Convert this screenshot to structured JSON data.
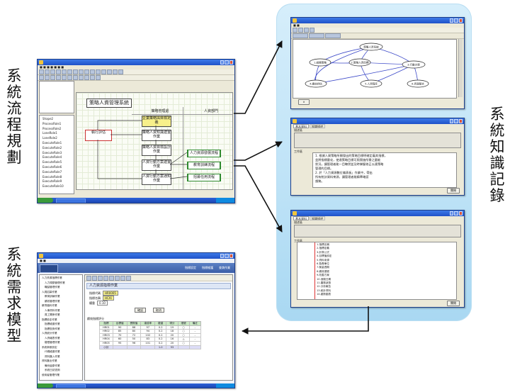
{
  "labels": {
    "process": "系統流程規劃",
    "knowledge": "系統知識記錄",
    "requirement": "系統需求模型"
  },
  "diagram_window": {
    "heading": "策略人資管理系統",
    "lanes": [
      "策略管理處",
      "人資部門"
    ],
    "nodes": {
      "n1": "企業策略與目標定義",
      "n2": "執行評估",
      "n3": "策略人資知識建置作業",
      "n4": "策略人資目標設計作業",
      "n5": "人資行動方案建置作業",
      "n6": "人資行動方案通知作業",
      "p1": "人力資源發展流程",
      "p2": "教育訓練流程",
      "p3": "招募任用流程"
    },
    "palette": [
      "Shape2",
      "ProcessRole1",
      "ProcessRole2",
      "LaneRole1",
      "LaneRole2",
      "ExecuteRole1",
      "ExecuteRole2",
      "ExecuteRole3",
      "ExecuteRole4",
      "ExecuteRole5",
      "ExecuteRole6",
      "ExecuteRole7",
      "ExecuteRole8",
      "ExecuteRole9",
      "ExecuteRole10"
    ]
  },
  "flow_graph_window": {
    "nodes": [
      "策略人資系統",
      "1.組織策略",
      "2.策略人資目標",
      "3.行動方案",
      "4.績效評估",
      "5.人資程序",
      "6.資源整合"
    ]
  },
  "knowledge_window_1": {
    "tabs": [
      "基本資料",
      "知識描述"
    ],
    "label_desc": "描述區",
    "label_content": "工作區",
    "lines": [
      "1. 根據人資策略所開發出的策略目標明確定義其指標，",
      "並將指標量化，使達策略目標可照實施所需之量能",
      "狀況，讓管理者能一目瞭然並及時掌握修正以達策略",
      "管理的目標。",
      "2. 於「人力資源數位儀表板」作業中，帶出",
      "所有統計資料來源，讓管理者能精準確認",
      "趨勢。"
    ],
    "button": "關閉"
  },
  "knowledge_window_2": {
    "tabs": [
      "基本資料",
      "知識描述"
    ],
    "label_desc": "描述區",
    "label_content": "工作區",
    "list": [
      "1.指標名稱",
      "2.指標定義",
      "3.計算公式",
      "4.目標值設定",
      "5.資料來源",
      "6.負責單位",
      "7.衡量週期",
      "8.績效燈號",
      "9.改善方案",
      "10.追蹤日期",
      "11.審核狀態",
      "12.分析報告",
      "13.統計資料",
      "14.趨勢圖表"
    ],
    "button": "關閉"
  },
  "requirement_window": {
    "header_items": [
      "指標設定",
      "指標維護",
      "查詢作業"
    ],
    "section_title": "人力資源指標作業",
    "fields": [
      {
        "label": "指標代碼",
        "value": "HR0005"
      },
      {
        "label": "指標名稱",
        "value": "HCAI"
      },
      {
        "label": "權重",
        "value": "0.10"
      }
    ],
    "tree": [
      "人力資源指標作業",
      "人力規劃管理作業",
      "職缺管理作業",
      "人員招募作業",
      "教育訓練作業",
      "績效管理作業",
      "薪資福利作業",
      "人事資料作業",
      "員工關係作業",
      "指標設定作業",
      "指標維護作業",
      "指標查詢作業",
      "人資統計作業",
      "人資報表作業",
      "權限管理作業",
      "系統參數設定",
      "代碼維護作業",
      "資料匯入作業",
      "資料匯出作業",
      "備份還原作業",
      "系統日誌查詢",
      "使用者管理作業"
    ],
    "table_title": "績效指標評分",
    "table_headers": [
      "指標",
      "目標值",
      "實際值",
      "達成率",
      "權重",
      "得分",
      "燈號",
      "備註"
    ],
    "table_rows": [
      [
        "HR01",
        "90",
        "88",
        "97",
        "0.2",
        "19",
        "○",
        "-"
      ],
      [
        "HR02",
        "85",
        "80",
        "94",
        "0.2",
        "18",
        "○",
        "-"
      ],
      [
        "HR03",
        "70",
        "72",
        "102",
        "0.2",
        "20",
        "○",
        "-"
      ],
      [
        "HR04",
        "60",
        "50",
        "83",
        "0.2",
        "16",
        "△",
        "-"
      ],
      [
        "HR05",
        "95",
        "96",
        "101",
        "0.2",
        "20",
        "○",
        "-"
      ],
      [
        "小計",
        "",
        "",
        "",
        "1.0",
        "93",
        "",
        ""
      ]
    ],
    "buttons": [
      "確認",
      "取消"
    ]
  },
  "colors": {
    "glass": "#bfe3f7",
    "titlebar": "#2458d0",
    "accent_yellow": "#f7f08a",
    "accent_red": "#cc3333",
    "accent_green": "#2f8a2f"
  }
}
